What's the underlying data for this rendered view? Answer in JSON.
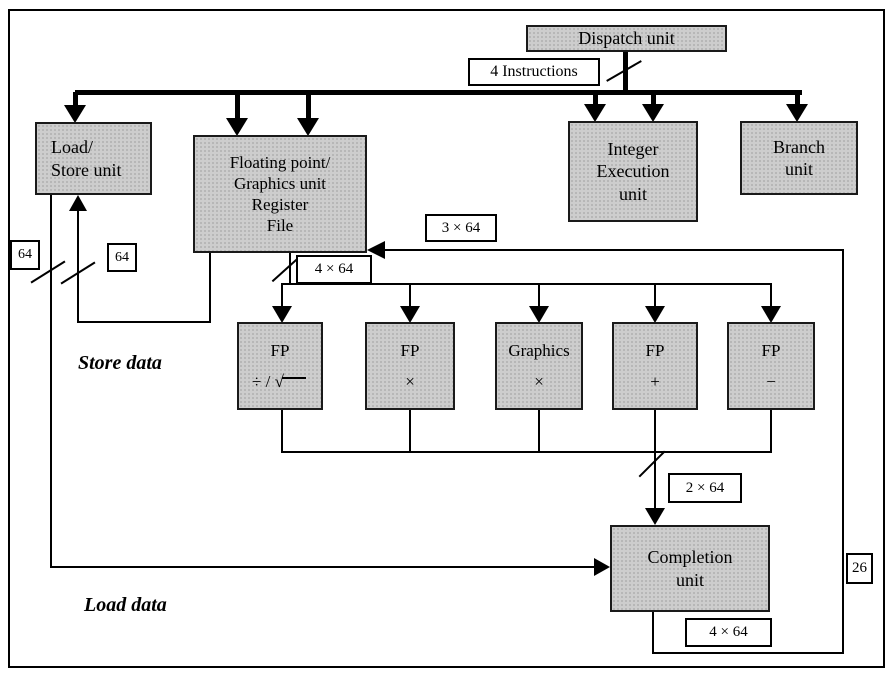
{
  "units": {
    "dispatch": {
      "lines": [
        "Dispatch unit"
      ]
    },
    "load_store": {
      "lines": [
        "Load/",
        "Store unit"
      ]
    },
    "fp_graphics_register_file": {
      "lines": [
        "Floating point/",
        "Graphics unit",
        "Register",
        "File"
      ]
    },
    "integer_execution": {
      "lines": [
        "Integer",
        "Execution",
        "unit"
      ]
    },
    "branch": {
      "lines": [
        "Branch",
        "unit"
      ]
    },
    "fp_divide": {
      "name": "FP",
      "op": "÷ / √"
    },
    "fp_multiply": {
      "name": "FP",
      "op": "×"
    },
    "graphics_multiply": {
      "name": "Graphics",
      "op": "×"
    },
    "fp_add": {
      "name": "FP",
      "op": "+"
    },
    "fp_subtract": {
      "name": "FP",
      "op": "−"
    },
    "completion": {
      "lines": [
        "Completion",
        "unit"
      ]
    }
  },
  "bus_labels": {
    "dispatch_width": "4 Instructions",
    "store_width_a": "64",
    "store_width_b": "64",
    "writeback_width": "3 × 64",
    "operand_width": "4 × 64",
    "result_width": "2 × 64",
    "completion_width": "4 × 64",
    "branch_width": "26"
  },
  "flow_labels": {
    "store": "Store data",
    "load": "Load data"
  },
  "colors": {
    "unit_fill": "#cdcdcd",
    "line": "#000000",
    "background": "#ffffff"
  }
}
